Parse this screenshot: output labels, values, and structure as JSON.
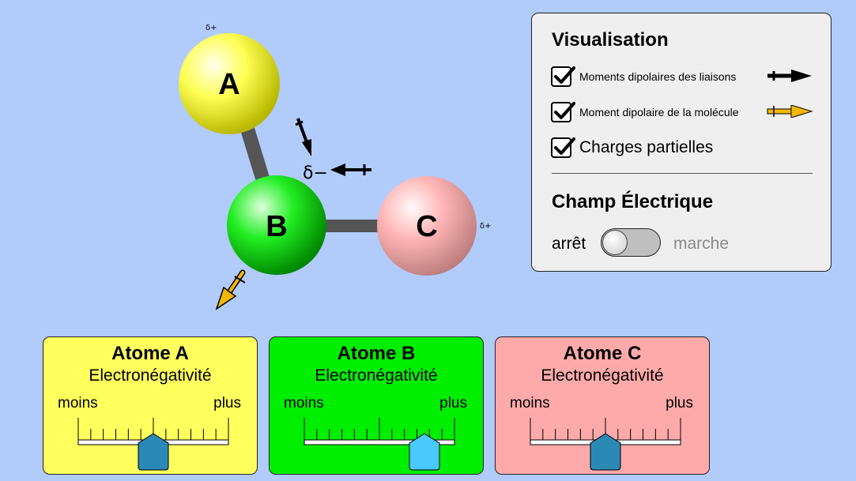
{
  "molecule": {
    "atoms": [
      {
        "id": "A",
        "label": "A",
        "charge": "δ+"
      },
      {
        "id": "B",
        "label": "B",
        "charge": "δ−"
      },
      {
        "id": "C",
        "label": "C",
        "charge": "δ+"
      }
    ]
  },
  "panel": {
    "visualisation_title": "Visualisation",
    "checkboxes": [
      {
        "label": "Moments dipolaires des liaisons",
        "checked": true,
        "legend": "black-arrow"
      },
      {
        "label": "Moment dipolaire de la molécule",
        "checked": true,
        "legend": "yellow-arrow"
      },
      {
        "label": "Charges partielles",
        "checked": true
      }
    ],
    "field_title": "Champ Électrique",
    "field_off": "arrêt",
    "field_on": "marche",
    "field_enabled": false
  },
  "cards": [
    {
      "title": "Atome A",
      "subtitle": "Electronégativité",
      "min_label": "moins",
      "max_label": "plus",
      "value": 0.5,
      "color": "#ffff5e"
    },
    {
      "title": "Atome B",
      "subtitle": "Electronégativité",
      "min_label": "moins",
      "max_label": "plus",
      "value": 0.8,
      "color": "#00ee00"
    },
    {
      "title": "Atome C",
      "subtitle": "Electronégativité",
      "min_label": "moins",
      "max_label": "plus",
      "value": 0.5,
      "color": "#ffaaaa"
    }
  ],
  "colors": {
    "background": "#b1cbfb",
    "bond": "#555555",
    "atom_a": "#ffff66",
    "atom_b": "#22ee22",
    "atom_c": "#ffb5b5",
    "molecular_dipole": "#f5b800",
    "thumb_default": "#2a8ab5",
    "thumb_active": "#49c9ff"
  }
}
